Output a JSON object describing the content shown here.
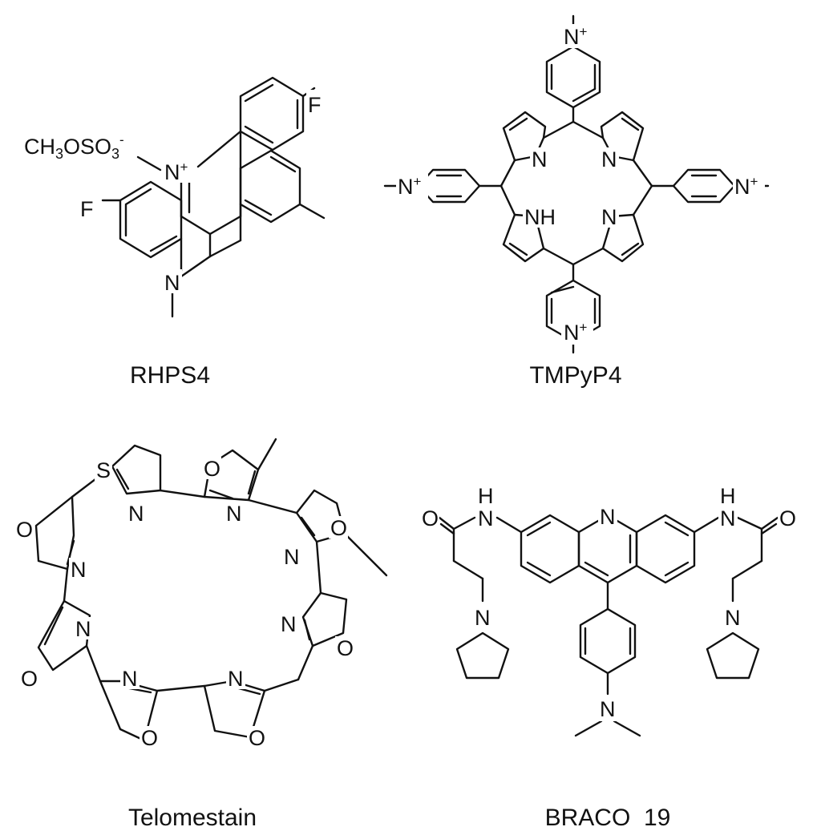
{
  "figure": {
    "compounds": [
      {
        "name": "RHPS4",
        "atom_labels": {
          "counterion": "CH3OSO3-",
          "fluorine_top": "F",
          "fluorine_left": "F",
          "nitrogen_cation": "N+",
          "nitrogen_ring": "N"
        }
      },
      {
        "name": "TMPyP4",
        "atom_labels": {
          "pyridinium": "N+",
          "pyrrole_n": "N",
          "pyrrole_nh": "NH"
        }
      },
      {
        "name": "Telomestain",
        "atom_labels": {
          "sulfur": "S",
          "oxygen": "O",
          "nitrogen": "N"
        }
      },
      {
        "name": "BRACO  19",
        "atom_labels": {
          "amide_h": "H",
          "amide_n": "N",
          "carbonyl_o": "O",
          "acridine_n": "N",
          "pyrrolidine_n": "N",
          "dimethylamino_n": "N"
        }
      }
    ]
  }
}
